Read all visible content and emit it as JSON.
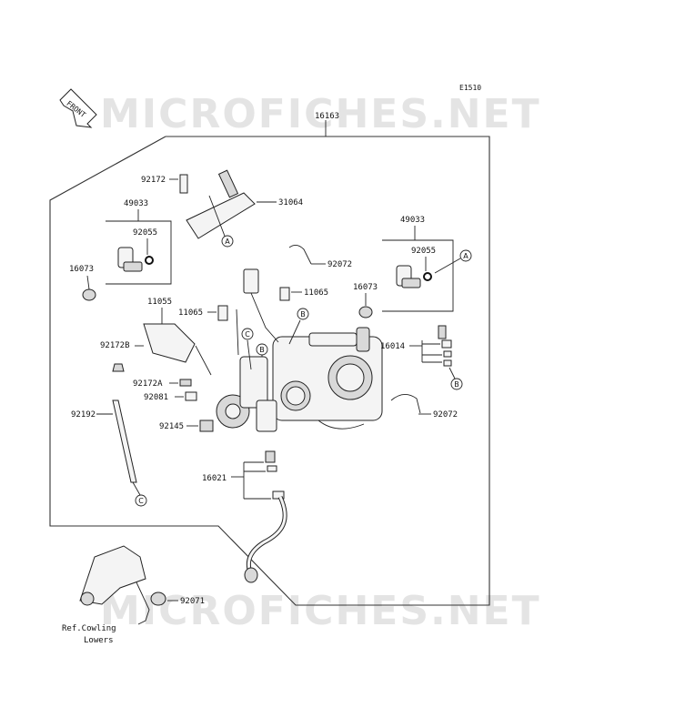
{
  "diagram_code": "E1510",
  "watermark": "MICROFICHES.NET",
  "front_arrow": "FRONT",
  "assembly_number": "16163",
  "part_labels": {
    "p92172": "92172",
    "p31064": "31064",
    "p49033_left": "49033",
    "p92055_left": "92055",
    "p16073_left": "16073",
    "p49033_right": "49033",
    "p92055_right": "92055",
    "p16073_right": "16073",
    "p92072_top": "92072",
    "p11065_right": "11065",
    "p11055": "11055",
    "p11065_left": "11065",
    "p92172B": "92172B",
    "p16014": "16014",
    "p92172A": "92172A",
    "p92081": "92081",
    "p92192": "92192",
    "p92145": "92145",
    "p92072_bottom": "92072",
    "p16021": "16021",
    "p92071": "92071"
  },
  "callouts": {
    "a": "A",
    "b": "B",
    "c": "C"
  },
  "reference_note": {
    "line1": "Ref.Cowling",
    "line2": "Lowers"
  }
}
